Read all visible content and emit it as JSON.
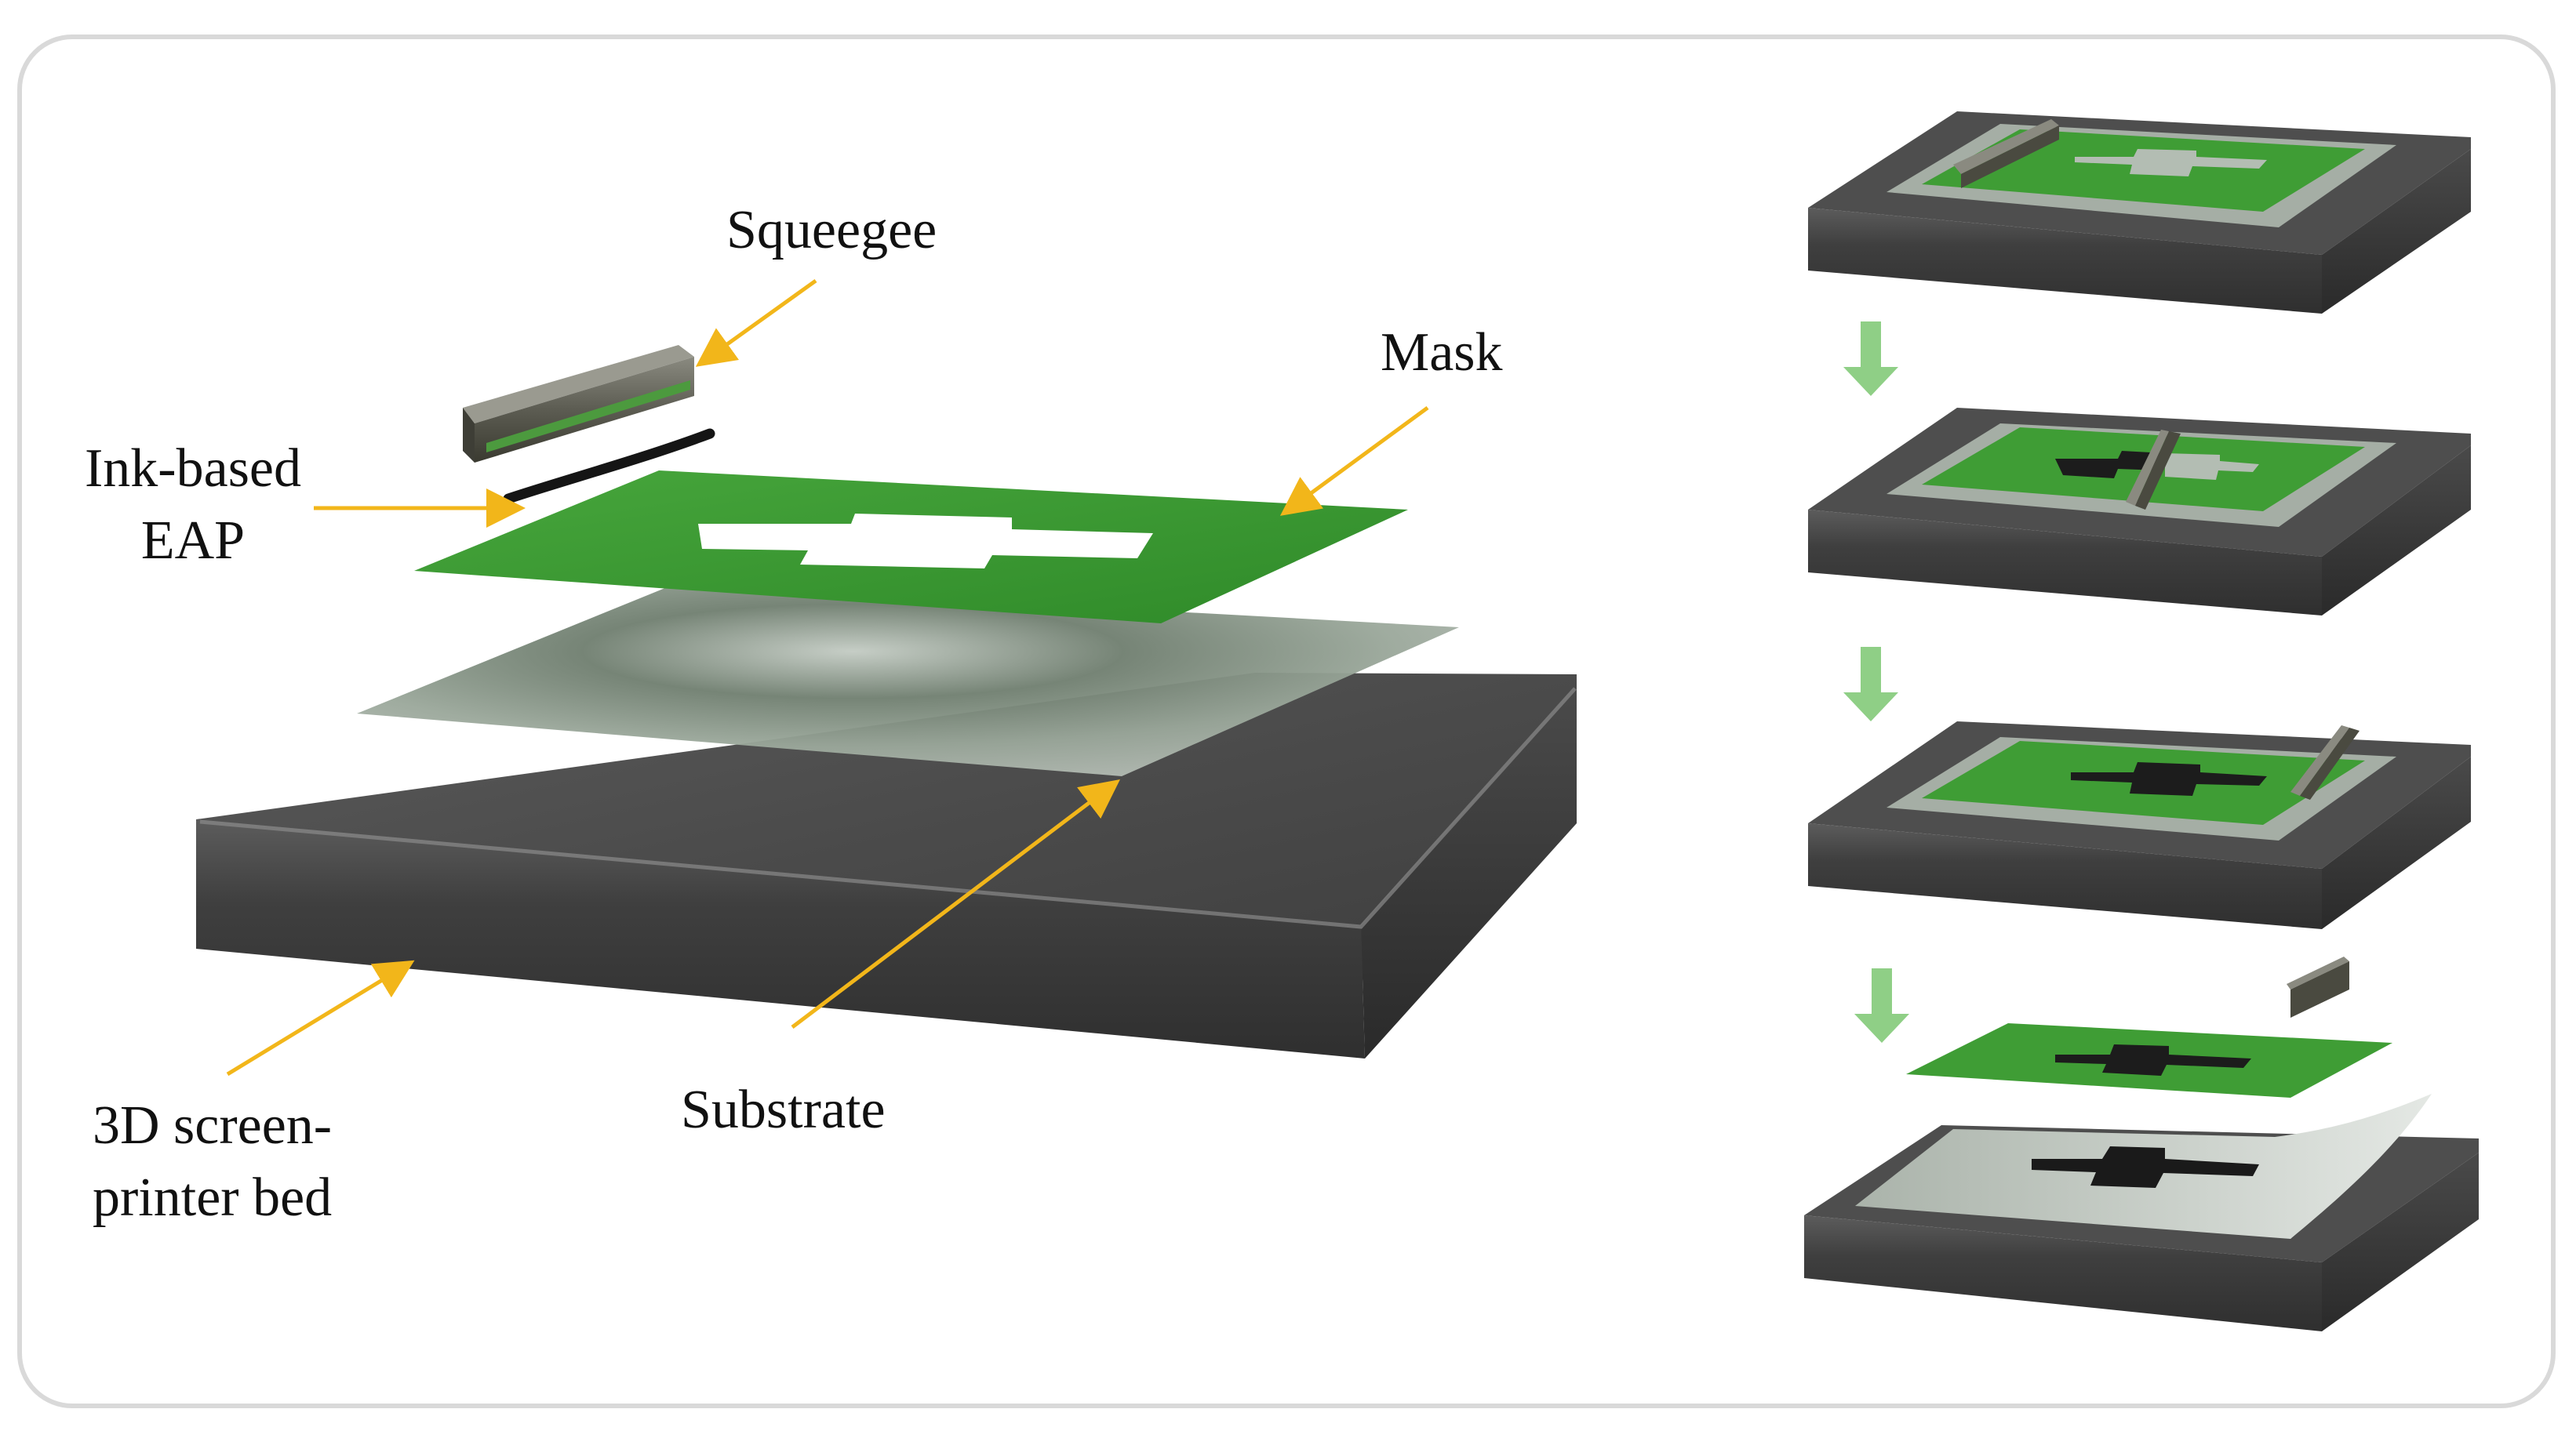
{
  "labels": {
    "squeegee": "Squeegee",
    "mask": "Mask",
    "ink": "Ink-based\nEAP",
    "substrate": "Substrate",
    "bed": "3D screen-\nprinter bed"
  },
  "colors": {
    "mask_green": "#3e9b34",
    "mask_green_dark": "#2f7d28",
    "bed_dark": "#4a4a4a",
    "substrate_grey": "#9aa59a",
    "arrow_yellow": "#f2b61a",
    "step_arrow_green": "#8fcf86",
    "ink_black": "#151515"
  },
  "panels": {
    "main": "exploded-view",
    "steps": [
      "mask-placed",
      "squeegee-spreading",
      "squeegee-finished",
      "mask-lifted"
    ]
  }
}
